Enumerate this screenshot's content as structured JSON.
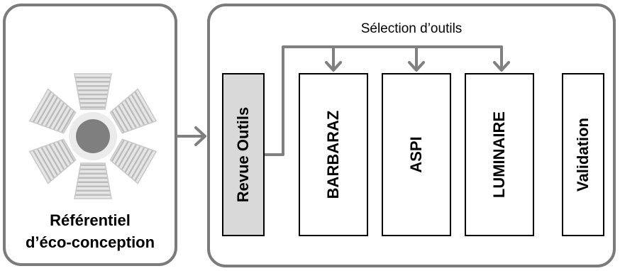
{
  "referentiel": {
    "line1": "Référentiel",
    "line2": "d’éco-conception"
  },
  "selection_label": "Sélection d’outils",
  "boxes": {
    "revue": "Revue Outils",
    "barbaraz": "BARBARAZ",
    "aspi": "ASPI",
    "luminaire": "LUMINAIRE",
    "validation": "Validation"
  },
  "colors": {
    "panel_border": "#7b7b7b",
    "arrow": "#808080",
    "revue_fill": "#d9d9d9",
    "petal": "#c8c8c8",
    "center": "#7f7f7f"
  },
  "icons": {
    "logo": "eco-design-flower-icon"
  }
}
